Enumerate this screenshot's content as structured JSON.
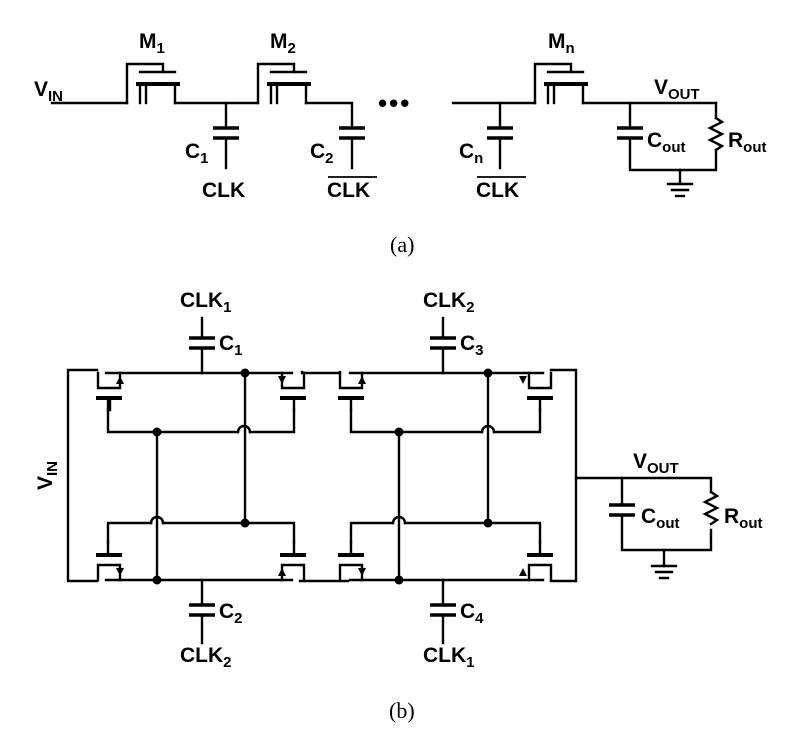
{
  "panel_a": {
    "caption": "(a)",
    "vin": {
      "main": "V",
      "sub": "IN"
    },
    "vout": {
      "main": "V",
      "sub": "OUT"
    },
    "transistors": [
      {
        "main": "M",
        "sub": "1"
      },
      {
        "main": "M",
        "sub": "2"
      },
      {
        "main": "M",
        "sub": "n"
      }
    ],
    "capacitors": [
      {
        "main": "C",
        "sub": "1",
        "clock": "CLK",
        "clock_inverted": false
      },
      {
        "main": "C",
        "sub": "2",
        "clock": "CLK",
        "clock_inverted": true
      },
      {
        "main": "C",
        "sub": "n",
        "clock": "CLK",
        "clock_inverted": true
      }
    ],
    "cout": {
      "main": "C",
      "sub": "out"
    },
    "rout": {
      "main": "R",
      "sub": "out"
    },
    "ellipsis": "•••"
  },
  "panel_b": {
    "caption": "(b)",
    "vin": {
      "main": "V",
      "sub": "IN"
    },
    "vout": {
      "main": "V",
      "sub": "OUT"
    },
    "top_caps": [
      {
        "clock_main": "CLK",
        "clock_sub": "1",
        "main": "C",
        "sub": "1"
      },
      {
        "clock_main": "CLK",
        "clock_sub": "2",
        "main": "C",
        "sub": "3"
      }
    ],
    "bottom_caps": [
      {
        "clock_main": "CLK",
        "clock_sub": "2",
        "main": "C",
        "sub": "2"
      },
      {
        "clock_main": "CLK",
        "clock_sub": "1",
        "main": "C",
        "sub": "4"
      }
    ],
    "cout": {
      "main": "C",
      "sub": "out"
    },
    "rout": {
      "main": "R",
      "sub": "out"
    }
  }
}
